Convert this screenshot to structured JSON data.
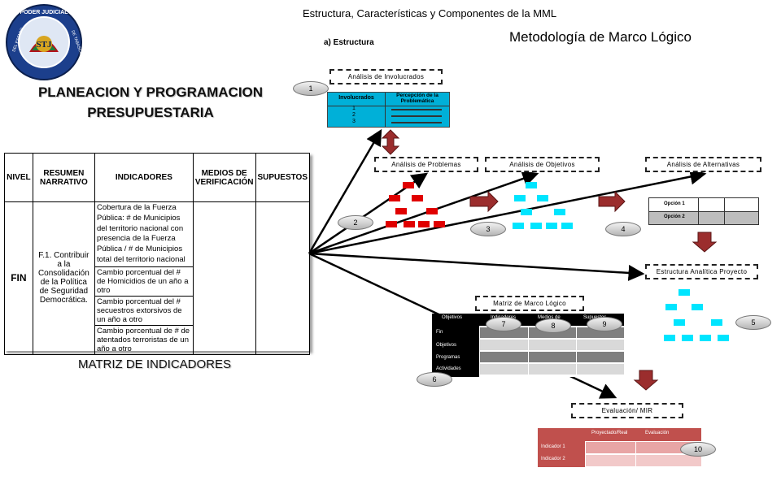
{
  "header": {
    "top_title": "Estructura, Características y Componentes de la MML",
    "subtitle_right": "Metodología de Marco Lógico",
    "section_label": "a)  Estructura"
  },
  "logo": {
    "ring_text_top": "PODER JUDICIAL",
    "ring_text_left": "DEL ESTADO",
    "ring_text_right": "DE TABASCO",
    "monogram": "STJ"
  },
  "left": {
    "heading_line1": "PLANEACION Y PROGRAMACION",
    "heading_line2": "PRESUPUESTARIA",
    "footer_label": "MATRIZ DE INDICADORES"
  },
  "matrix": {
    "headers": [
      "NIVEL",
      "RESUMEN NARRATIVO",
      "INDICADORES",
      "MEDIOS DE VERIFICACIÓN",
      "SUPUESTOS"
    ],
    "level": "FIN",
    "summary": "F.1. Contribuir a la Consolidación de la Política de Seguridad Democrática.",
    "indicators": [
      "Cobertura de la Fuerza Pública:  # de Municipios del territorio nacional con presencia de la Fuerza Pública / # de Municipios total del territorio nacional",
      "Cambio porcentual del # de Homicidios de un año a otro",
      "Cambio porcentual del # secuestros extorsivos de un año a otro",
      "Cambio porcentual de # de atentados terroristas de un año a otro"
    ]
  },
  "boxes": {
    "involucrados": "Análisis de Involucrados",
    "problemas": "Análisis de Problemas",
    "objetivos": "Análisis de Objetivos",
    "alternativas": "Análisis de Alternativas",
    "estructura": "Estructura Analítica Proyecto",
    "matriz": "Matriz de Marco Lógico",
    "evaluacion": "Evaluación/ MIR"
  },
  "involucrados_table": {
    "headers": [
      "Involucrados",
      "Percepción de la Problemática"
    ],
    "rows": [
      "1",
      "2",
      "3"
    ]
  },
  "alternativas_table": {
    "rows": [
      "Opción 1",
      "Opción 2"
    ]
  },
  "mml_table": {
    "headers": [
      "Objetivos",
      "Indicadores",
      "Medios de",
      "Supuestos"
    ],
    "rows": [
      "Fin",
      "Objetivos",
      "Programas",
      "Actividades"
    ]
  },
  "eval_table": {
    "headers": [
      "Proyectado/Real",
      "Evaluación"
    ],
    "rows": [
      "Indicador 1",
      "Indicador 2"
    ]
  },
  "steps": [
    "1",
    "2",
    "3",
    "4",
    "5",
    "6",
    "7",
    "8",
    "9",
    "10"
  ],
  "colors": {
    "red": "#e00000",
    "cyan": "#00e5ff",
    "arrow_fill": "#9b2d2d",
    "teal_table": "#00b0d8",
    "eval_header": "#c0504d",
    "eval_cells": "#f2c4c4"
  }
}
